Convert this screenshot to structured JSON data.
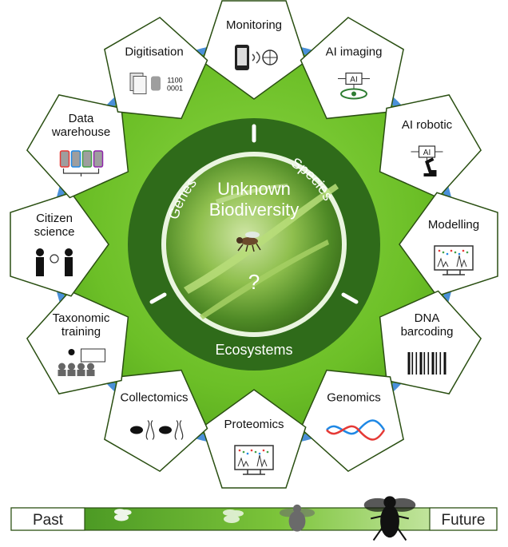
{
  "center": {
    "title_line1": "Unknown",
    "title_line2": "Biodiversity",
    "question_mark": "?"
  },
  "ring_labels": {
    "genes": "Genes",
    "species": "Species",
    "ecosystems": "Ecosystems"
  },
  "nodes": [
    {
      "id": "monitoring",
      "lines": [
        "Monitoring"
      ],
      "icon": "phone-insect-globe-icon"
    },
    {
      "id": "ai-imaging",
      "lines": [
        "AI imaging"
      ],
      "icon": "ai-eye-icon"
    },
    {
      "id": "ai-robotic",
      "lines": [
        "AI robotic"
      ],
      "icon": "ai-robot-arm-icon"
    },
    {
      "id": "modelling",
      "lines": [
        "Modelling"
      ],
      "icon": "monitor-charts-icon"
    },
    {
      "id": "dna-barcoding",
      "lines": [
        "DNA",
        "barcoding"
      ],
      "icon": "barcode-dna-icon"
    },
    {
      "id": "genomics",
      "lines": [
        "Genomics"
      ],
      "icon": "dna-helix-icon"
    },
    {
      "id": "proteomics",
      "lines": [
        "Proteomics"
      ],
      "icon": "monitor-protein-icon"
    },
    {
      "id": "collectomics",
      "lines": [
        "Collectomics"
      ],
      "icon": "insects-dna-icon"
    },
    {
      "id": "taxonomic-training",
      "lines": [
        "Taxonomic",
        "training"
      ],
      "icon": "classroom-icon"
    },
    {
      "id": "citizen-science",
      "lines": [
        "Citizen",
        "science"
      ],
      "icon": "people-idea-icon"
    },
    {
      "id": "data-warehouse",
      "lines": [
        "Data",
        "warehouse"
      ],
      "icon": "database-network-icon"
    },
    {
      "id": "digitisation",
      "lines": [
        "Digitisation"
      ],
      "icon": "documents-database-binary-icon"
    }
  ],
  "digitisation_binary": [
    "1100",
    "0001"
  ],
  "ai_chip_label": "AI",
  "timeline": {
    "past": "Past",
    "future": "Future"
  },
  "colors": {
    "green_main": "#6fbf2a",
    "green_dark": "#2f6b1a",
    "blue_ring": "#4a90d9"
  }
}
